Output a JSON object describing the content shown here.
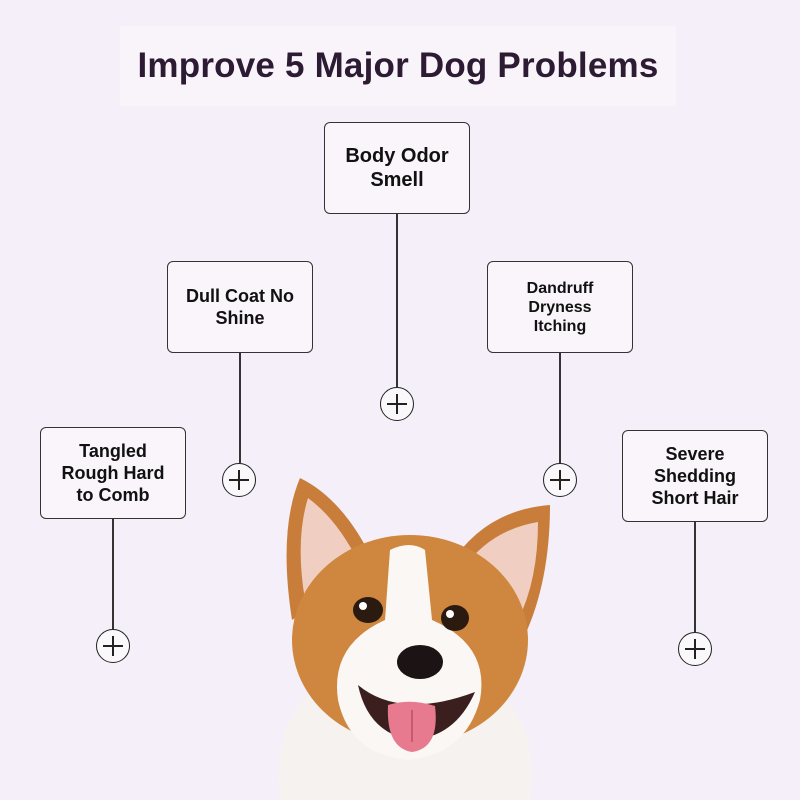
{
  "title": "Improve 5 Major Dog Problems",
  "problems": [
    {
      "label": "Body Odor\nSmell"
    },
    {
      "label": "Dull Coat No\nShine"
    },
    {
      "label": "Dandruff\nDryness\nItching"
    },
    {
      "label": "Tangled\nRough Hard\nto Comb"
    },
    {
      "label": "Severe\nShedding\nShort Hair"
    }
  ],
  "icons": {
    "marker": "plus-circle-icon",
    "photo": "corgi-dog-image"
  },
  "colors": {
    "background": "#f4eff8",
    "title": "#2d1a33",
    "outline": "#333333"
  }
}
